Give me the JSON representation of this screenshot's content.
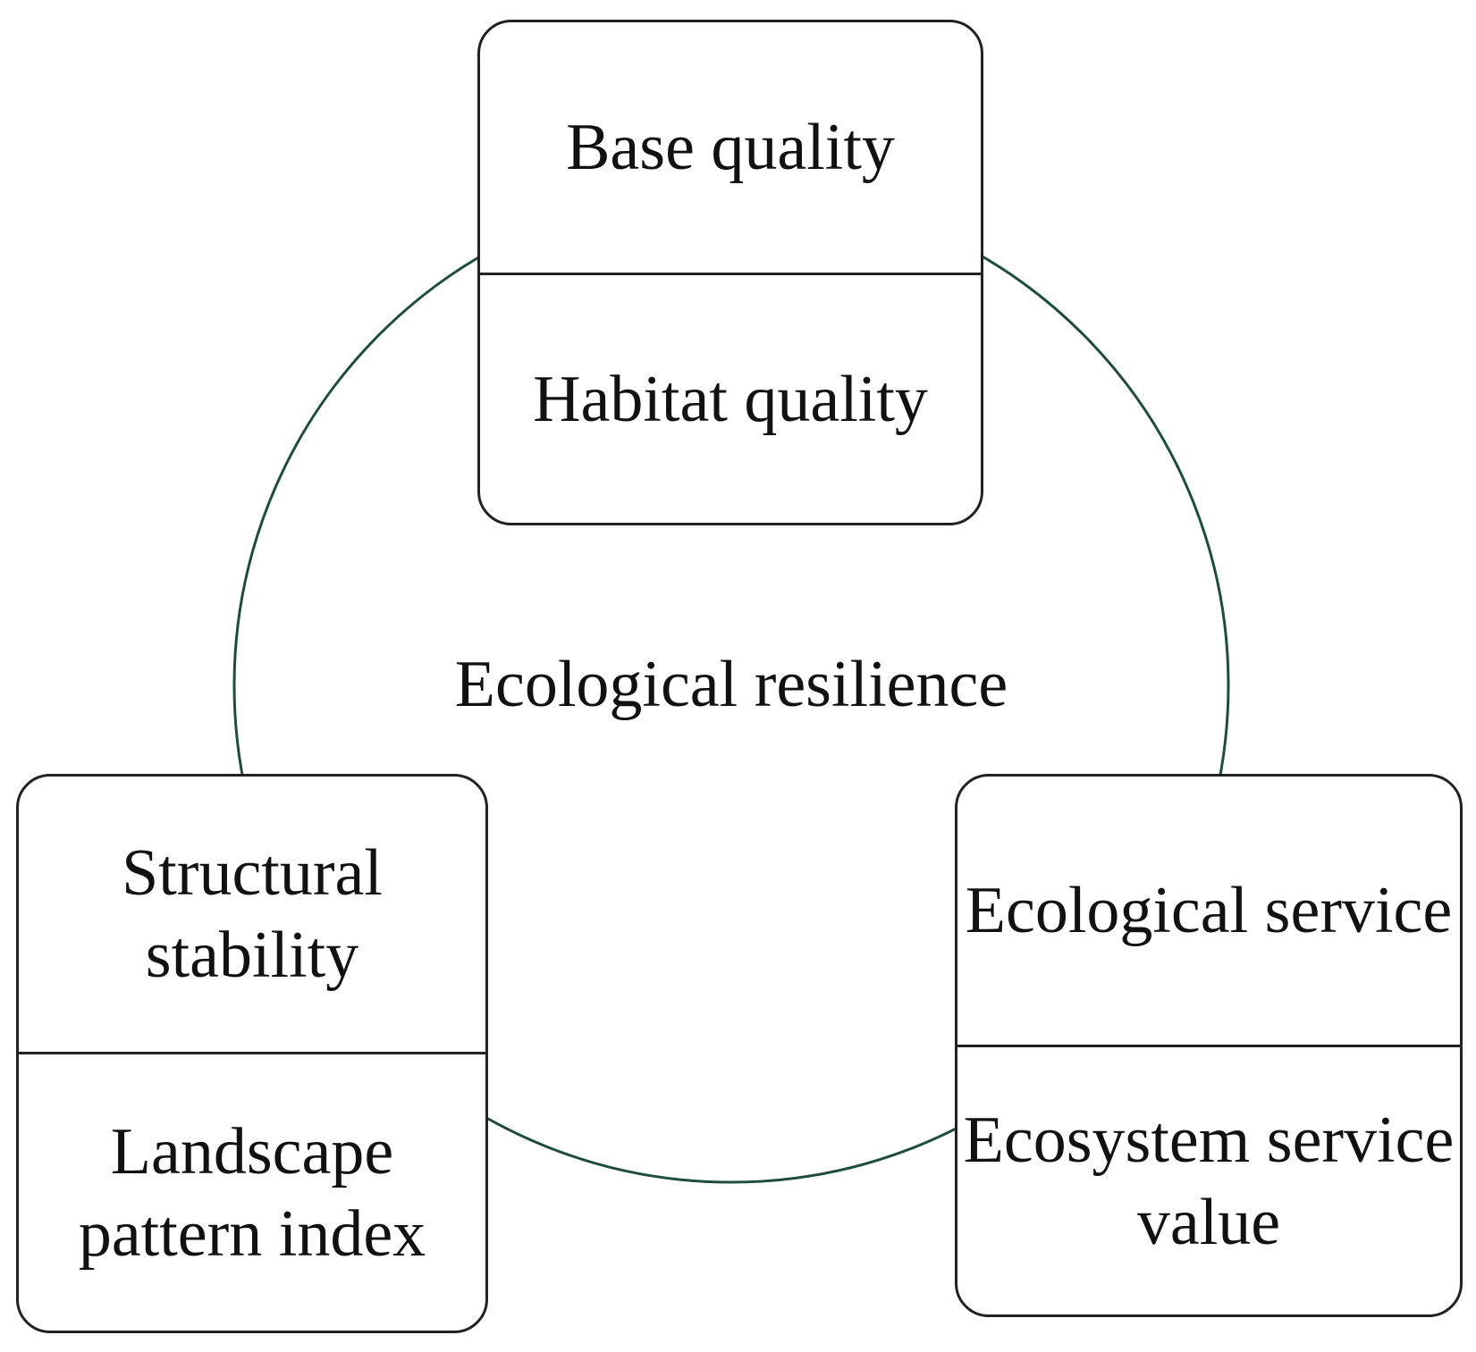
{
  "colors": {
    "ring": "#1e4d3b",
    "box_border": "#222222",
    "text": "#111111"
  },
  "center": {
    "label": "Ecological resilience"
  },
  "boxes": {
    "top": {
      "title": "Base quality",
      "metric": "Habitat quality"
    },
    "left": {
      "title": "Structural stability",
      "metric": "Landscape pattern index"
    },
    "right": {
      "title": "Ecological service",
      "metric": "Ecosystem service value"
    }
  }
}
